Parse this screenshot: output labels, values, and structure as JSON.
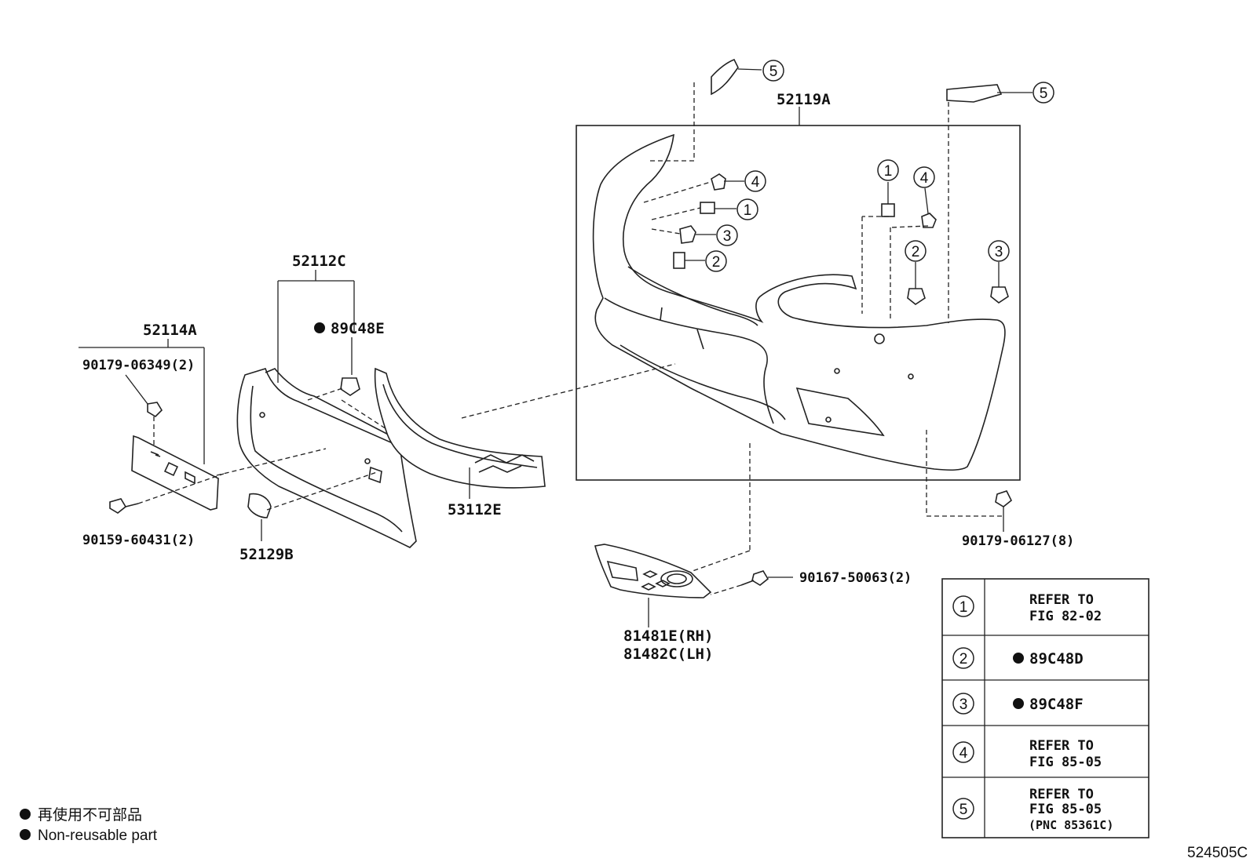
{
  "labels": {
    "p52119A": "52119A",
    "p52112C": "52112C",
    "p89C48E": "89C48E",
    "p52114A": "52114A",
    "p90179_06349": "90179-06349(2)",
    "p90159_60431": "90159-60431(2)",
    "p52129B": "52129B",
    "p53112E": "53112E",
    "p90179_06127": "90179-06127(8)",
    "p90167_50063": "90167-50063(2)",
    "p81481E": "81481E(RH)",
    "p81482C": "81482C(LH)",
    "code": "524505C"
  },
  "callouts": [
    "1",
    "2",
    "3",
    "4",
    "5"
  ],
  "ref_table": [
    {
      "num": "1",
      "lines": [
        "REFER TO",
        "FIG 82-02"
      ],
      "nonreusable": false
    },
    {
      "num": "2",
      "lines": [
        "89C48D"
      ],
      "nonreusable": true
    },
    {
      "num": "3",
      "lines": [
        "89C48F"
      ],
      "nonreusable": true
    },
    {
      "num": "4",
      "lines": [
        "REFER TO",
        "FIG 85-05"
      ],
      "nonreusable": false
    },
    {
      "num": "5",
      "lines": [
        "REFER TO",
        "FIG 85-05",
        "(PNC 85361C)"
      ],
      "nonreusable": false
    }
  ],
  "legend": {
    "jp": "再使用不可部品",
    "en": "Non-reusable part"
  }
}
